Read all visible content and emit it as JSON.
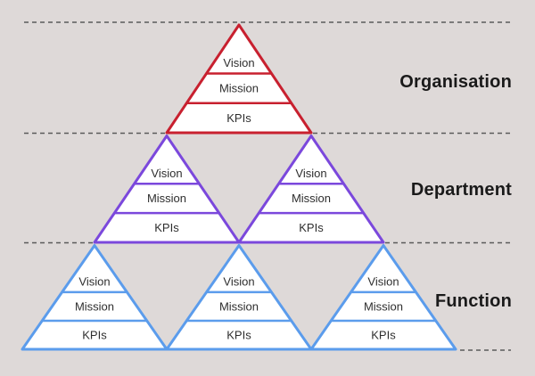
{
  "canvas": {
    "background": "#DED9D8"
  },
  "pyramid": {
    "segments": [
      "Vision",
      "Mission",
      "KPIs"
    ],
    "levels": [
      {
        "label": "Organisation",
        "color": "#C8202F",
        "triangles": 1
      },
      {
        "label": "Department",
        "color": "#7B48DC",
        "triangles": 2
      },
      {
        "label": "Function",
        "color": "#5B9CEC",
        "triangles": 3
      }
    ],
    "triangle_fill": "#FFFFFF",
    "segment_text_color": "#2E2E2E",
    "level_label_color": "#1A1A1A",
    "dashed_line_color": "#5A5A5A"
  }
}
